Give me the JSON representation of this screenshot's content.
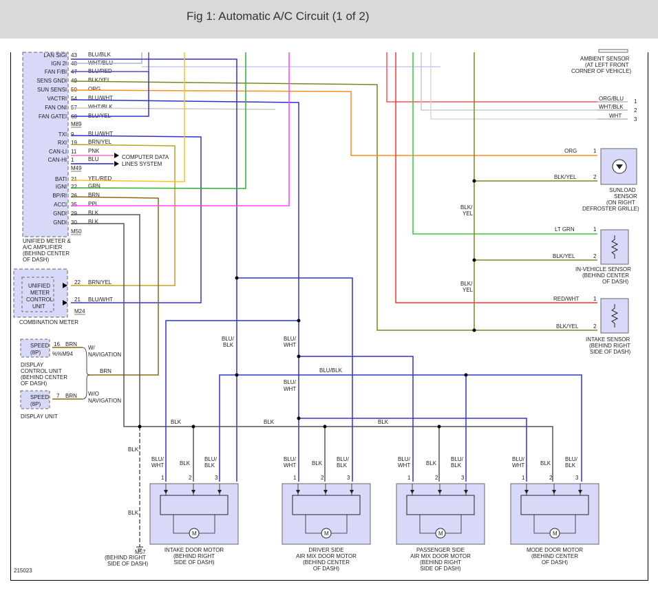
{
  "title": "Fig 1: Automatic A/C Circuit (1 of 2)",
  "figure_number": "215023",
  "colors": {
    "BLK": "#555555",
    "WHT/BLU": "#b0b0e0",
    "BLU/RED": "#6a3fd0",
    "BLK/YEL": "#808020",
    "ORG": "#ff8c1a",
    "BLU/WHT": "#3030d0",
    "WHT/BLK": "#c8c8c8",
    "BLU/YEL": "#3030d0",
    "BRN/YEL": "#c0a020",
    "PNK": "#ff66cc",
    "BLU": "#2020c0",
    "YEL/RED": "#ffc020",
    "GRN": "#30b030",
    "BRN": "#8b6914",
    "PPL": "#ff40ff",
    "RED": "#ff3030",
    "LT GRN": "#30d030",
    "RED/WHT": "#ff5050",
    "ORG/BLU": "#ff7f50",
    "WHT": "#d8d8d8",
    "BLU/BLK": "#3333cc",
    "box_fill": "#d8d8f8"
  },
  "amplifier": {
    "pins": [
      {
        "name": "LAN SIG",
        "num": "43",
        "wire": "BLU/BLK"
      },
      {
        "name": "IGN 2",
        "num": "48",
        "wire": "WHT/BLU"
      },
      {
        "name": "FAN F/B",
        "num": "47",
        "wire": "BLU/RED"
      },
      {
        "name": "SENS GND",
        "num": "49",
        "wire": "BLK/YEL"
      },
      {
        "name": "SUN SENS",
        "num": "50",
        "wire": "ORG"
      },
      {
        "name": "VACTR",
        "num": "54",
        "wire": "BLU/WHT"
      },
      {
        "name": "FAN ON",
        "num": "57",
        "wire": "WHT/BLK"
      },
      {
        "name": "FAN GATE",
        "num": "60",
        "wire": "BLU/YEL"
      },
      {
        "name": "TX",
        "num": "9",
        "wire": "BLU/WHT"
      },
      {
        "name": "RX",
        "num": "19",
        "wire": "BRN/YEL"
      },
      {
        "name": "CAN-L",
        "num": "11",
        "wire": "PNK"
      },
      {
        "name": "CAN-H",
        "num": "1",
        "wire": "BLU"
      },
      {
        "name": "BAT",
        "num": "21",
        "wire": "YEL/RED"
      },
      {
        "name": "IGN",
        "num": "22",
        "wire": "GRN"
      },
      {
        "name": "BP/R",
        "num": "26",
        "wire": "BRN"
      },
      {
        "name": "ACC",
        "num": "35",
        "wire": "PPL"
      },
      {
        "name": "GND",
        "num": "29",
        "wire": "BLK"
      },
      {
        "name": "GND",
        "num": "30",
        "wire": "BLK"
      }
    ],
    "connectors": [
      "M89",
      "M49",
      "M50"
    ],
    "label": [
      "UNIFIED METER &",
      "A/C AMPLIFIER",
      "(BEHIND CENTER",
      "OF DASH)"
    ]
  },
  "computer_data": [
    "COMPUTER DATA",
    "LINES SYSTEM"
  ],
  "combination_meter": {
    "unit_label": [
      "UNIFIED",
      "METER",
      "CONTROL",
      "UNIT"
    ],
    "pins": [
      {
        "num": "22",
        "wire": "BRN/YEL"
      },
      {
        "num": "21",
        "wire": "BLU/WHT"
      }
    ],
    "connector": "M24",
    "label": "COMBINATION METER"
  },
  "display_control": {
    "box": [
      "SPEED",
      "(8P)"
    ],
    "pin": "16",
    "wire": "BRN",
    "connector": "%%M94",
    "label": [
      "DISPLAY",
      "CONTROL UNIT",
      "(BEHIND CENTER",
      "OF DASH)"
    ]
  },
  "display_unit": {
    "box": [
      "SPEED",
      "(8P)"
    ],
    "pin": "7",
    "wire": "BRN",
    "label": "DISPLAY UNIT"
  },
  "navigation": {
    "with": [
      "W/",
      "NAVIGATION"
    ],
    "without": [
      "W/O",
      "NAVIGATION"
    ],
    "wire": "BRN"
  },
  "ambient_sensor": {
    "label": [
      "AMBIENT SENSOR",
      "(AT LEFT FRONT",
      "CORNER OF VEHICLE)"
    ],
    "wires": [
      {
        "wire": "ORG/BLU",
        "pin": "1"
      },
      {
        "wire": "WHT/BLK",
        "pin": "2"
      },
      {
        "wire": "WHT",
        "pin": "3"
      }
    ]
  },
  "sunload_sensor": {
    "wires": [
      {
        "wire": "ORG",
        "pin": "1"
      },
      {
        "wire": "BLK/YEL",
        "pin": "2"
      }
    ],
    "label": [
      "SUNLOAD",
      "SENSOR",
      "(ON RIGHT",
      "DEFROSTER GRILLE)"
    ]
  },
  "in_vehicle_sensor": {
    "wires": [
      {
        "wire": "LT GRN",
        "pin": "1"
      },
      {
        "wire": "BLK/YEL",
        "pin": "2"
      }
    ],
    "label": [
      "IN-VEHICLE SENSOR",
      "(BEHIND CENTER",
      "OF DASH)"
    ]
  },
  "intake_sensor": {
    "wires": [
      {
        "wire": "RED/WHT",
        "pin": "1"
      },
      {
        "wire": "BLK/YEL",
        "pin": "2"
      }
    ],
    "label": [
      "INTAKE SENSOR",
      "(BEHIND RIGHT",
      "SIDE OF DASH)"
    ]
  },
  "mid_labels": {
    "blk_yel_1": [
      "BLK/",
      "YEL"
    ],
    "blk_yel_2": [
      "BLK/",
      "YEL"
    ],
    "blu_blk": [
      "BLU/",
      "BLK"
    ],
    "blu_wht_1": [
      "BLU/",
      "WHT"
    ],
    "blu_wht_2": [
      "BLU/",
      "WHT"
    ],
    "blu_blk_horizontal": "BLU/BLK",
    "blk_1": "BLK",
    "blk_2": "BLK",
    "blk_3": "BLK",
    "blk_4": "BLK",
    "blk_5": "BLK",
    "brn": "BRN"
  },
  "ground": {
    "connector": "M57",
    "label": [
      "(BEHIND RIGHT",
      "SIDE OF DASH)"
    ]
  },
  "motors": [
    {
      "wires": [
        [
          "BLU/",
          "WHT"
        ],
        [
          "BLK"
        ],
        [
          "BLU/",
          "BLK"
        ]
      ],
      "pins": [
        "1",
        "2",
        "3"
      ],
      "label": [
        "INTAKE DOOR MOTOR",
        "(BEHIND RIGHT",
        "SIDE OF DASH)"
      ]
    },
    {
      "wires": [
        [
          "BLU/",
          "WHT"
        ],
        [
          "BLK"
        ],
        [
          "BLU/",
          "BLK"
        ]
      ],
      "pins": [
        "1",
        "2",
        "3"
      ],
      "label": [
        "DRIVER SIDE",
        "AIR MIX DOOR MOTOR",
        "(BEHIND CENTER",
        "OF DASH)"
      ]
    },
    {
      "wires": [
        [
          "BLU/",
          "WHT"
        ],
        [
          "BLK"
        ],
        [
          "BLU/",
          "BLK"
        ]
      ],
      "pins": [
        "1",
        "2",
        "3"
      ],
      "label": [
        "PASSENGER SIDE",
        "AIR MIX DOOR MOTOR",
        "(BEHIND RIGHT",
        "SIDE OF DASH)"
      ]
    },
    {
      "wires": [
        [
          "BLU/",
          "WHT"
        ],
        [
          "BLK"
        ],
        [
          "BLU/",
          "BLK"
        ]
      ],
      "pins": [
        "1",
        "2",
        "3"
      ],
      "label": [
        "MODE DOOR MOTOR",
        "(BEHIND CENTER",
        "OF DASH)"
      ]
    }
  ],
  "motor_symbol": "M"
}
